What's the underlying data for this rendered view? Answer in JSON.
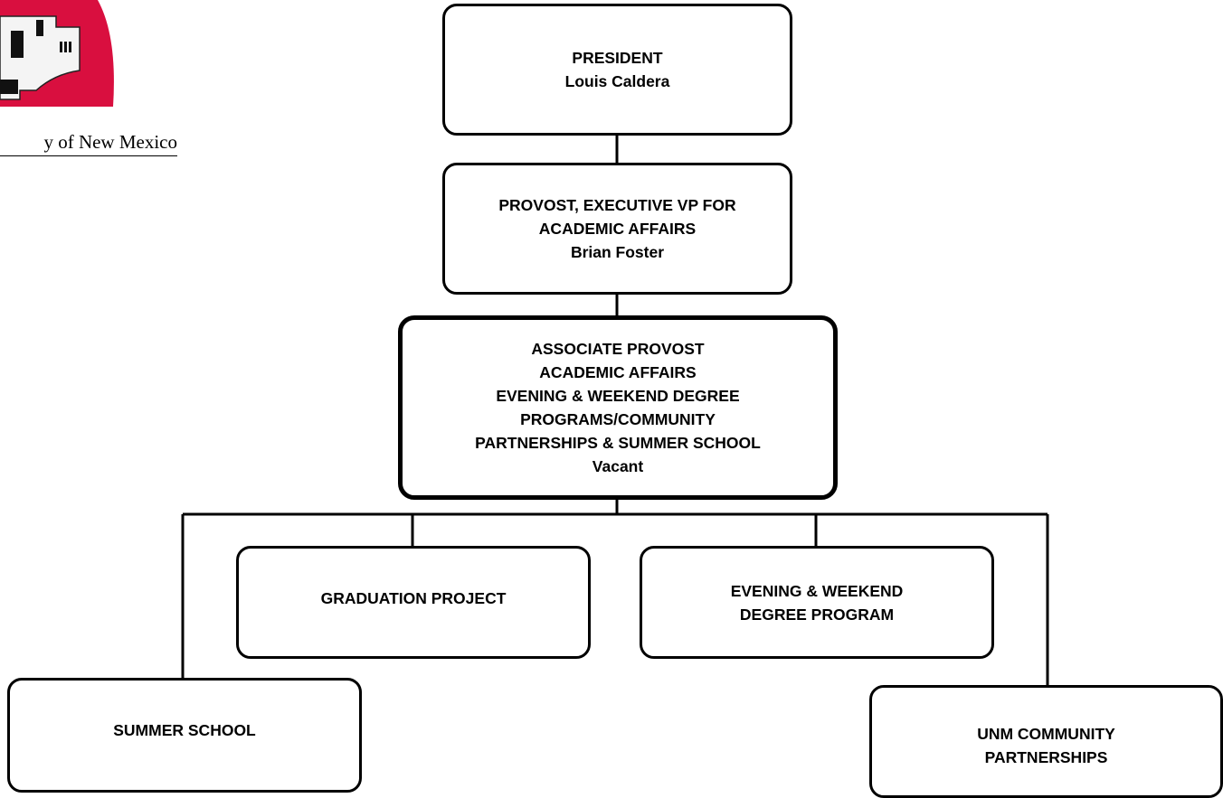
{
  "logo": {
    "text": "y of New Mexico",
    "colors": {
      "sun": "#d90f3f",
      "building": "#1a1a1a"
    }
  },
  "nodes": {
    "president": {
      "title_lines": [
        "PRESIDENT"
      ],
      "name": "Louis Caldera"
    },
    "provost": {
      "title_lines": [
        "PROVOST, EXECUTIVE VP FOR",
        "ACADEMIC AFFAIRS"
      ],
      "name": "Brian Foster"
    },
    "associate_provost": {
      "title_lines": [
        "ASSOCIATE PROVOST",
        "ACADEMIC AFFAIRS",
        "EVENING & WEEKEND DEGREE",
        "PROGRAMS/COMMUNITY",
        "PARTNERSHIPS & SUMMER SCHOOL"
      ],
      "name": "Vacant"
    },
    "graduation_project": {
      "title_lines": [
        "GRADUATION PROJECT"
      ]
    },
    "evening_weekend": {
      "title_lines": [
        "EVENING & WEEKEND",
        "DEGREE PROGRAM"
      ]
    },
    "summer_school": {
      "title_lines": [
        "SUMMER SCHOOL"
      ]
    },
    "community_partnerships": {
      "title_lines": [
        "UNM COMMUNITY",
        "PARTNERSHIPS"
      ]
    }
  }
}
